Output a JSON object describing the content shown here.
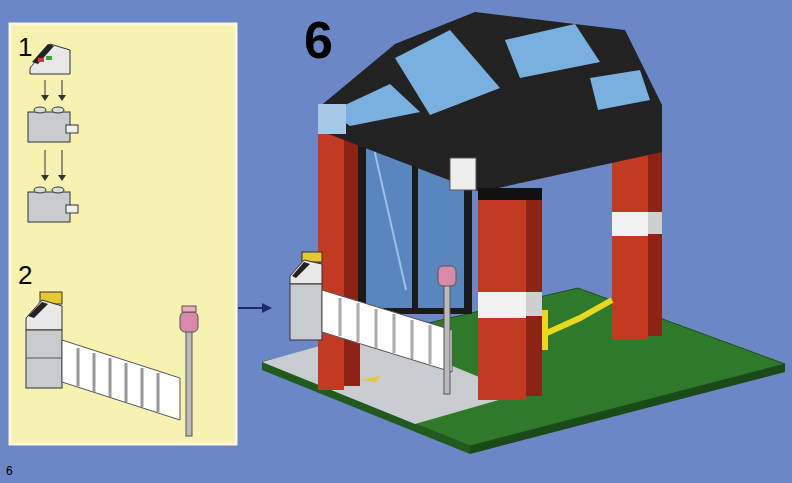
{
  "diagram": {
    "labels": [
      "1",
      "2",
      "6",
      "6"
    ]
  }
}
